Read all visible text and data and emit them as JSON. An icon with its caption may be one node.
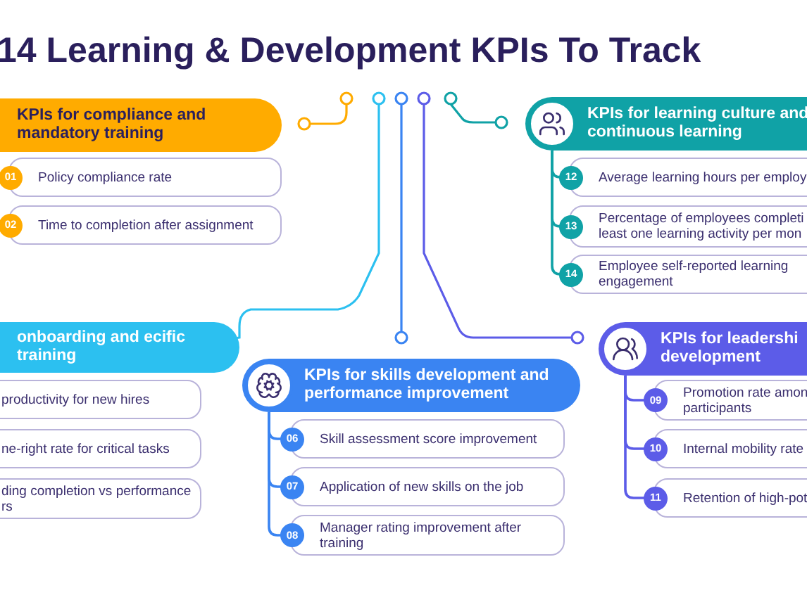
{
  "diagram": {
    "title": "14 **Learning & Development KPIs** To Track",
    "nodes": [
      {
        "text": [
          "KPIs for compliance and mandatory training"
        ]
      },
      {
        "text": [
          "01",
          "Policy compliance rate"
        ]
      },
      {
        "text": [
          "02",
          "Time to completion after assignment"
        ]
      },
      {
        "text": [
          "KPIs for learning culture and continuous learning"
        ]
      },
      {
        "text": [
          "12",
          "Average learning hours per employ"
        ]
      },
      {
        "text": [
          "13",
          "Percentage of employees completi least one learning activity per mon"
        ]
      },
      {
        "text": [
          "14",
          "Employee self-reported learning engagement"
        ]
      },
      {
        "text": [
          "onboarding and ecific training"
        ]
      },
      {
        "text": [
          "productivity for new hires"
        ]
      },
      {
        "text": [
          "ne-right rate for critical tasks"
        ]
      },
      {
        "text": [
          "ding completion vs performance rs"
        ]
      },
      {
        "text": [
          "KPIs for skills development and performance improvement"
        ]
      },
      {
        "text": [
          "06",
          "Skill assessment score improvement"
        ]
      },
      {
        "text": [
          "07",
          "Application of new skills on the job"
        ]
      },
      {
        "text": [
          "08",
          "Manager rating improvement after training"
        ]
      },
      {
        "text": [
          "KPIs for leadershi development"
        ]
      },
      {
        "text": [
          "09",
          "Promotion rate amon participants"
        ]
      },
      {
        "text": [
          "10",
          "Internal mobility rate"
        ]
      },
      {
        "text": [
          "11",
          "Retention of high-pot"
        ]
      }
    ],
    "edges": [
      {
        "from": 3,
        "to": 4,
        "arrow": "none"
      },
      {
        "from": 3,
        "to": 5,
        "arrow": "none"
      },
      {
        "from": 3,
        "to": 6,
        "arrow": "none"
      },
      {
        "from": 11,
        "to": 12,
        "arrow": "none"
      },
      {
        "from": 11,
        "to": 13,
        "arrow": "none"
      },
      {
        "from": 11,
        "to": 14,
        "arrow": "none"
      },
      {
        "from": 15,
        "to": 16,
        "arrow": "none"
      },
      {
        "from": 15,
        "to": 17,
        "arrow": "none"
      },
      {
        "from": 15,
        "to": 18,
        "arrow": "none"
      }
    ]
  }
}
